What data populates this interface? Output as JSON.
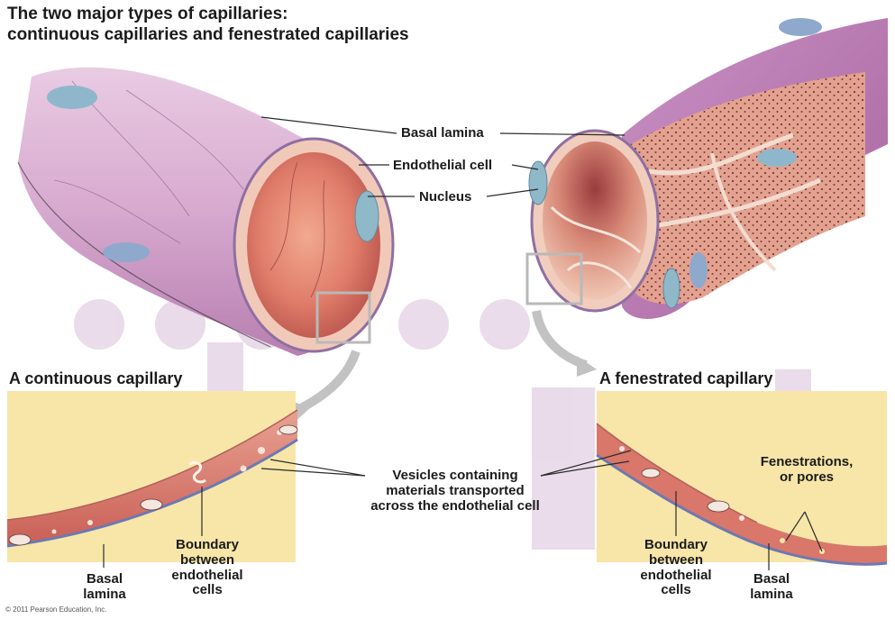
{
  "title_line1": "The two major types of capillaries:",
  "title_line2": "continuous capillaries and fenestrated capillaries",
  "labels": {
    "basal_lamina_top": "Basal lamina",
    "endothelial_cell": "Endothelial cell",
    "nucleus": "Nucleus",
    "continuous_heading": "A continuous capillary",
    "fenestrated_heading": "A fenestrated capillary",
    "vesicles_1": "Vesicles containing",
    "vesicles_2": "materials transported",
    "vesicles_3": "across the endothelial cell",
    "boundary_left_1": "Boundary",
    "boundary_left_2": "between",
    "boundary_left_3": "endothelial",
    "boundary_left_4": "cells",
    "basal_left_1": "Basal",
    "basal_left_2": "lamina",
    "boundary_right_1": "Boundary",
    "boundary_right_2": "between",
    "boundary_right_3": "endothelial",
    "boundary_right_4": "cells",
    "basal_right_1": "Basal",
    "basal_right_2": "lamina",
    "fenestrations_1": "Fenestrations,",
    "fenestrations_2": "or pores"
  },
  "copyright": "© 2011 Pearson Education, Inc.",
  "colors": {
    "vessel_pink": "#d7a7cf",
    "lumen_red": "#e17c68",
    "cell_band": "#d8776a",
    "nucleus_blue": "#93b4c6",
    "yellow_bg": "#f7e6a8",
    "callout_box": "#b9b9b9"
  }
}
